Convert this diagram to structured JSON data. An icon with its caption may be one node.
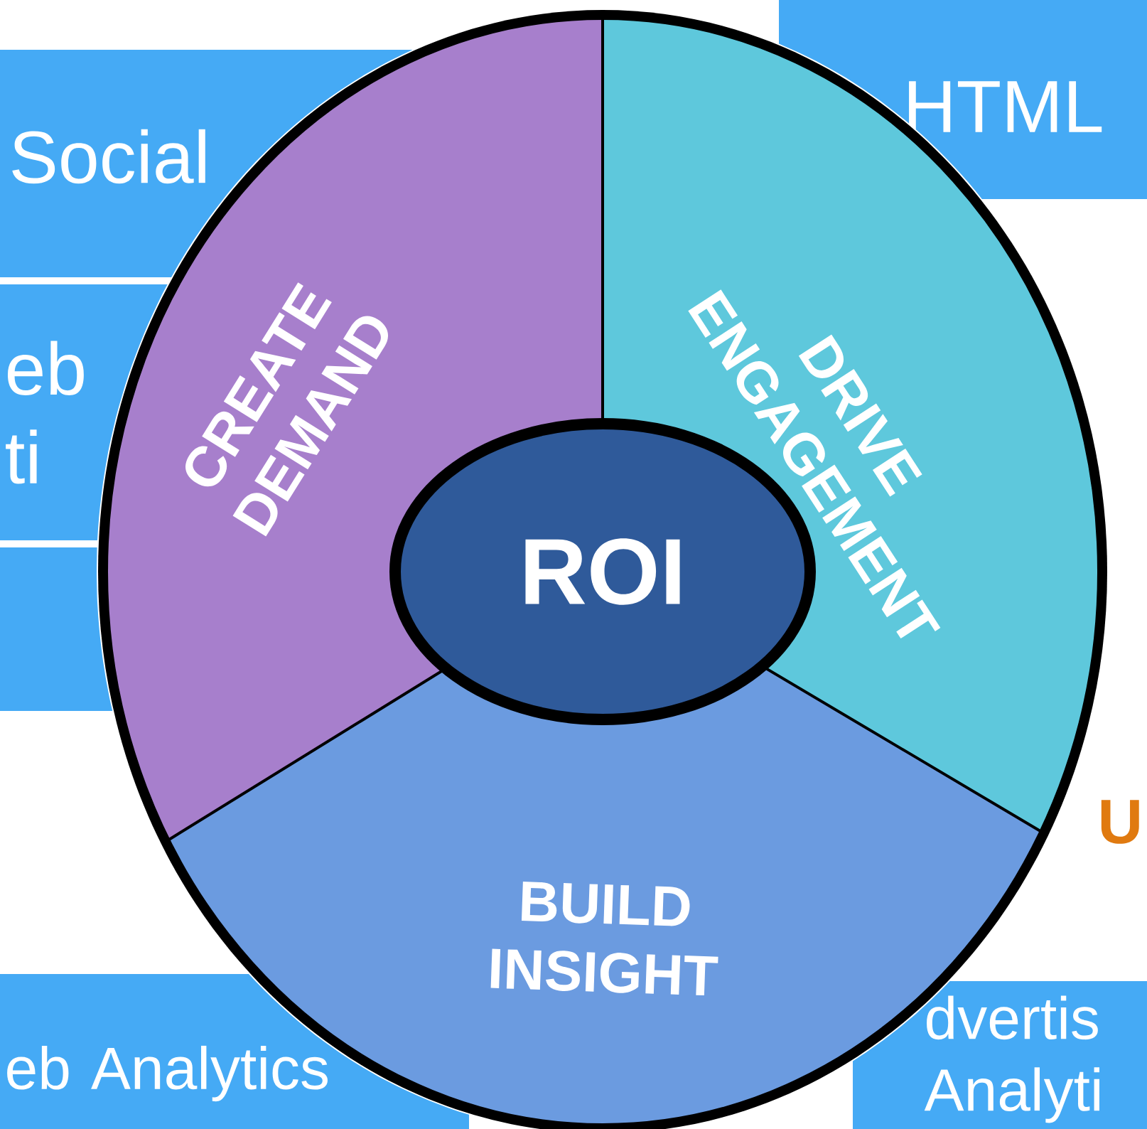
{
  "diagram": {
    "nodes": [
      {
        "text": [
          "Social"
        ]
      },
      {
        "text": [
          "HTML"
        ]
      },
      {
        "text": [
          "eb ti"
        ]
      },
      {
        "text": [],
        "shape": "box"
      },
      {
        "text": [
          "eb Analytics"
        ]
      },
      {
        "text": [
          "dvertis Analyti"
        ]
      },
      {
        "text": [
          "CREATE DEMAND"
        ]
      },
      {
        "text": [
          "DRIVE ENGAGEMENT"
        ]
      },
      {
        "text": [
          "BUILD INSIGHT"
        ]
      },
      {
        "text": [
          "ROI"
        ]
      }
    ],
    "labels": [
      "U"
    ]
  }
}
